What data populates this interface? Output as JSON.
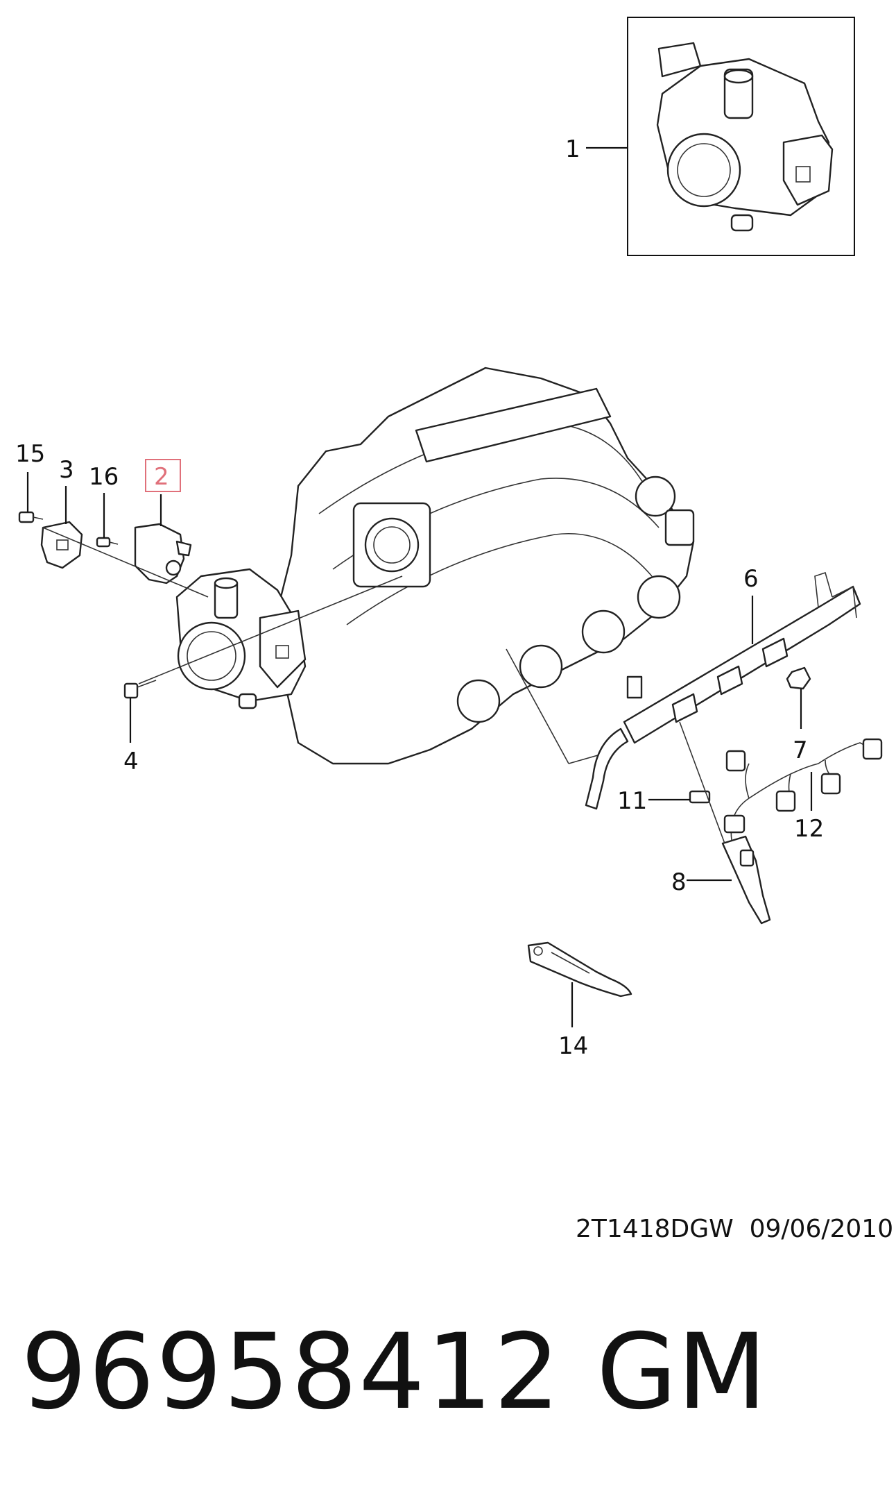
{
  "labels": {
    "l1": "1",
    "l2": "2",
    "l3": "3",
    "l4": "4",
    "l6": "6",
    "l7": "7",
    "l8": "8",
    "l11": "11",
    "l12": "12",
    "l14": "14",
    "l15": "15",
    "l16": "16"
  },
  "highlight_color": "#e0707a",
  "footer_code": "2T1418DGW  09/06/2010",
  "part_number": "96958412",
  "brand": "GM"
}
